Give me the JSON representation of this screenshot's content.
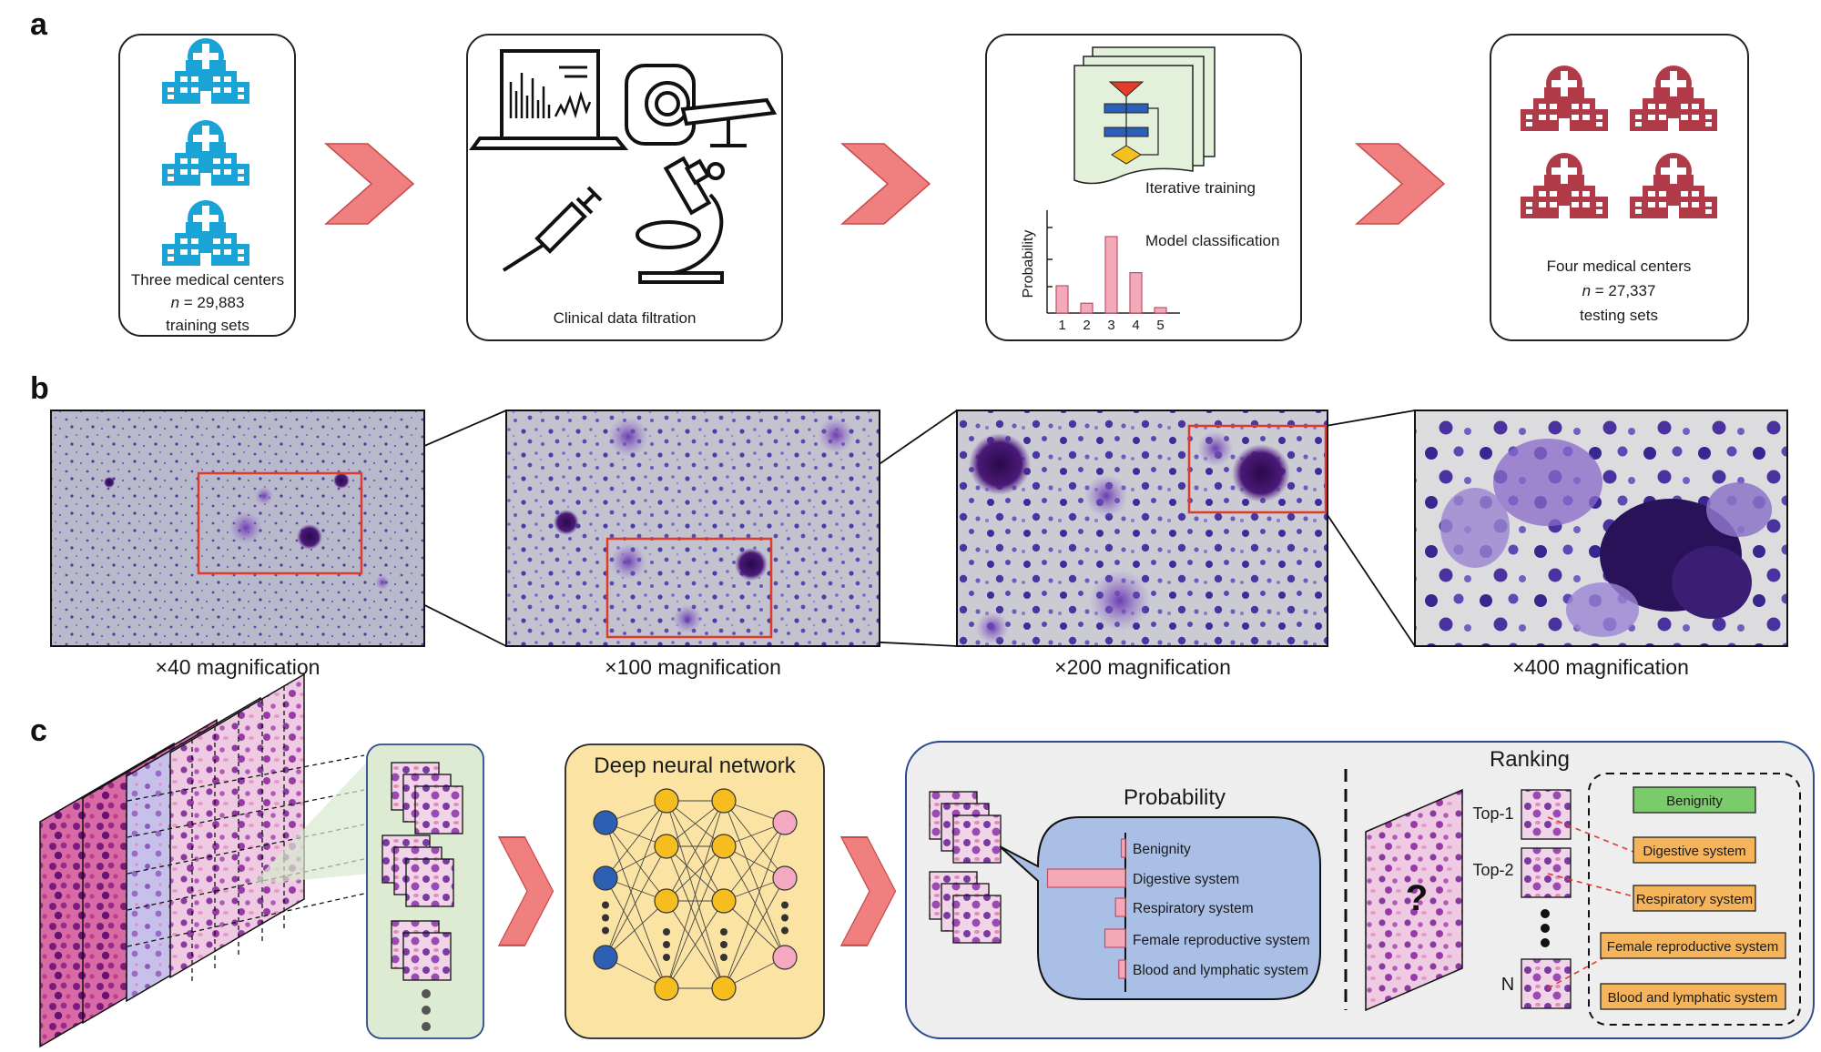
{
  "panels": {
    "a": "a",
    "b": "b",
    "c": "c"
  },
  "colors": {
    "hospital_train": "#1aa3d6",
    "hospital_test": "#b03a48",
    "arrow": "#f07f7f",
    "arrow_stroke": "#c94a4a",
    "bar_pink": "#f4a9b8",
    "roi_red": "#e03a2a",
    "probability_box": "#a9bfe6",
    "benign_green": "#7ccb6a",
    "system_orange": "#f5b45a",
    "dnn_box": "#fbe3a4",
    "patch_box": "#dcebd2",
    "node_blue": "#2d5fb3",
    "node_yellow": "#f5bd1e",
    "node_pink": "#f5a9c0",
    "results_box": "#eeeeee",
    "results_stroke": "#2c4b8f"
  },
  "a": {
    "training": {
      "line1": "Three medical centers",
      "n_label": "n",
      "n_value": " = 29,883",
      "line3": "training sets"
    },
    "filtration_label": "Clinical data filtration",
    "iterative_label": "Iterative training",
    "classification_label": "Model classification",
    "chart": {
      "ylabel": "Probability",
      "categories": [
        "1",
        "2",
        "3",
        "4",
        "5"
      ],
      "values": [
        0.25,
        0.09,
        0.7,
        0.37,
        0.05
      ]
    },
    "testing": {
      "line1": "Four medical centers",
      "n_label": "n",
      "n_value": " = 27,337",
      "line3": "testing sets"
    }
  },
  "b": {
    "magnifications": [
      "×40 magnification",
      "×100 magnification",
      "×200 magnification",
      "×400 magnification"
    ]
  },
  "c": {
    "dnn_title": "Deep neural network",
    "probability_title": "Probability",
    "ranking_title": "Ranking",
    "categories": [
      "Benignity",
      "Digestive system",
      "Respiratory system",
      "Female reproductive system",
      "Blood and lymphatic system"
    ],
    "probability_values": [
      0.05,
      0.95,
      0.12,
      0.25,
      0.08
    ],
    "rank_labels": [
      "Top-1",
      "Top-2",
      "N"
    ],
    "query_mark": "?"
  }
}
